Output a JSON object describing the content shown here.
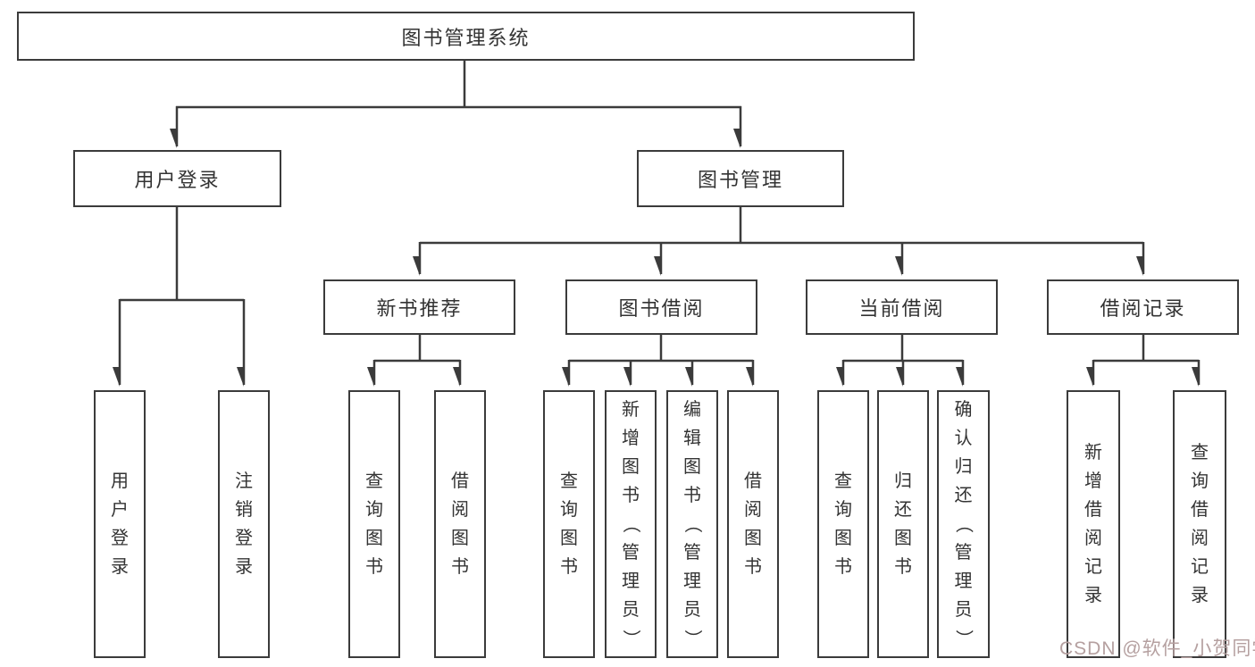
{
  "diagram": {
    "root": {
      "label": "图书管理系统"
    },
    "level2": [
      {
        "label": "用户登录"
      },
      {
        "label": "图书管理"
      }
    ],
    "level3": [
      {
        "label": "新书推荐",
        "parent": "图书管理"
      },
      {
        "label": "图书借阅",
        "parent": "图书管理"
      },
      {
        "label": "当前借阅",
        "parent": "图书管理"
      },
      {
        "label": "借阅记录",
        "parent": "图书管理"
      }
    ],
    "leaves": [
      {
        "label": "用户登录",
        "parent": "用户登录"
      },
      {
        "label": "注销登录",
        "parent": "用户登录"
      },
      {
        "label": "查询图书",
        "parent": "新书推荐"
      },
      {
        "label": "借阅图书",
        "parent": "新书推荐"
      },
      {
        "label": "查询图书",
        "parent": "图书借阅"
      },
      {
        "label": "新增图书（管理员）",
        "parent": "图书借阅"
      },
      {
        "label": "编辑图书（管理员）",
        "parent": "图书借阅"
      },
      {
        "label": "借阅图书",
        "parent": "图书借阅"
      },
      {
        "label": "查询图书",
        "parent": "当前借阅"
      },
      {
        "label": "归还图书",
        "parent": "当前借阅"
      },
      {
        "label": "确认归还（管理员）",
        "parent": "当前借阅"
      },
      {
        "label": "新增借阅记录",
        "parent": "借阅记录"
      },
      {
        "label": "查询借阅记录",
        "parent": "借阅记录"
      }
    ]
  },
  "watermark": {
    "text": "CSDN @软件_小贺同学",
    "color": "#b5a0a0"
  },
  "colors": {
    "line": "#3b3b3b",
    "text": "#333333",
    "background": "#ffffff"
  }
}
